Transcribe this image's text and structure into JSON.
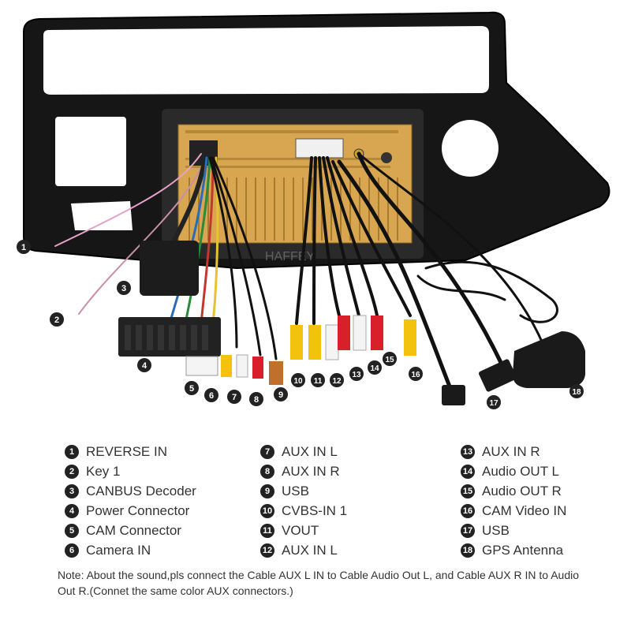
{
  "watermark": "HAFFEY",
  "callouts": [
    "1",
    "2",
    "3",
    "4",
    "5",
    "6",
    "7",
    "8",
    "9",
    "10",
    "11",
    "12",
    "13",
    "14",
    "15",
    "16",
    "17",
    "18"
  ],
  "legend": {
    "col1": [
      {
        "num": "1",
        "label": "REVERSE IN"
      },
      {
        "num": "2",
        "label": "Key 1"
      },
      {
        "num": "3",
        "label": "CANBUS Decoder"
      },
      {
        "num": "4",
        "label": "Power Connector"
      },
      {
        "num": "5",
        "label": "CAM Connector"
      },
      {
        "num": "6",
        "label": "Camera IN"
      }
    ],
    "col2": [
      {
        "num": "7",
        "label": "AUX IN L"
      },
      {
        "num": "8",
        "label": "AUX IN R"
      },
      {
        "num": "9",
        "label": "USB"
      },
      {
        "num": "10",
        "label": "CVBS-IN 1"
      },
      {
        "num": "11",
        "label": "VOUT"
      },
      {
        "num": "12",
        "label": "AUX IN L"
      }
    ],
    "col3": [
      {
        "num": "13",
        "label": "AUX IN R"
      },
      {
        "num": "14",
        "label": "Audio OUT L"
      },
      {
        "num": "15",
        "label": "Audio OUT R"
      },
      {
        "num": "16",
        "label": "CAM Video IN"
      },
      {
        "num": "17",
        "label": "USB"
      },
      {
        "num": "18",
        "label": "GPS Antenna"
      }
    ]
  },
  "note": "Note: About the sound,pls connect the Cable AUX L IN to Cable Audio Out L, and Cable AUX R IN to Audio Out R.(Connet the same color AUX connectors.)"
}
